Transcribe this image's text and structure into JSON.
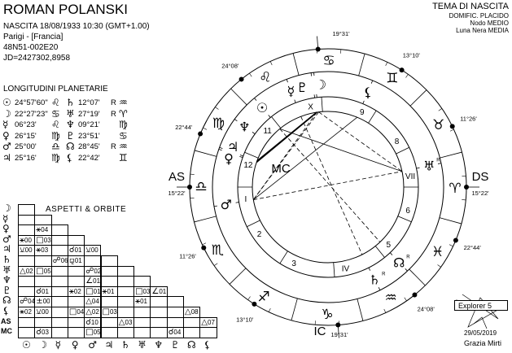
{
  "header": {
    "name": "ROMAN POLANSKI",
    "birth": "NASCITA 18/08/1933 10:30 (GMT+1.00)",
    "place": "Parigi -  [Francia]",
    "coords": "48N51-002E20",
    "jd": "JD=2427302,8958"
  },
  "chart_info": {
    "title": "TEMA DI NASCITA",
    "system": "DOMIFIC. PLACIDO",
    "node": "Nodo MEDIO",
    "lilith": "Luna Nera MEDIA"
  },
  "longitudes": {
    "title": "LONGITUDINI PLANETARIE",
    "rows": [
      [
        {
          "glyph": "☉",
          "deg": "24°57'60\"",
          "r": "",
          "sign": "♌"
        },
        {
          "glyph": "♄",
          "deg": "12°07'",
          "r": "R",
          "sign": "♒"
        }
      ],
      [
        {
          "glyph": "☽",
          "deg": "22°27'23\"",
          "r": "",
          "sign": "♋"
        },
        {
          "glyph": "♅",
          "deg": "27°19'",
          "r": "R",
          "sign": "♈"
        }
      ],
      [
        {
          "glyph": "☿",
          "deg": "06°23'",
          "r": "",
          "sign": "♌"
        },
        {
          "glyph": "♆",
          "deg": "09°21'",
          "r": "",
          "sign": "♍"
        }
      ],
      [
        {
          "glyph": "♀",
          "deg": "26°15'",
          "r": "",
          "sign": "♍"
        },
        {
          "glyph": "♇",
          "deg": "23°51'",
          "r": "",
          "sign": "♋"
        }
      ],
      [
        {
          "glyph": "♂",
          "deg": "25°00'",
          "r": "",
          "sign": "♎"
        },
        {
          "glyph": "☊",
          "deg": "28°45'",
          "r": "R",
          "sign": "♒"
        }
      ],
      [
        {
          "glyph": "♃",
          "deg": "25°16'",
          "r": "",
          "sign": "♍"
        },
        {
          "glyph": "⚸",
          "deg": "22°42'",
          "r": "",
          "sign": "♊"
        }
      ]
    ]
  },
  "aspects": {
    "title": "ASPETTI & ORBITE",
    "row_labels": [
      "☽",
      "☿",
      "♀",
      "♂",
      "♃",
      "♄",
      "♅",
      "♆",
      "♇",
      "☊",
      "⚸",
      "AS",
      "MC"
    ],
    "col_labels": [
      "☉",
      "☽",
      "☿",
      "♀",
      "♂",
      "♃",
      "♄",
      "♅",
      "♆",
      "♇",
      "☊",
      "⚸"
    ],
    "cells": [
      {
        "row": 2,
        "col": 1,
        "asp": "⚹",
        "orb": "04"
      },
      {
        "row": 3,
        "col": 0,
        "asp": "⚹",
        "orb": "00"
      },
      {
        "row": 3,
        "col": 1,
        "asp": "□",
        "orb": "03"
      },
      {
        "row": 4,
        "col": 0,
        "asp": "⚺",
        "orb": "00"
      },
      {
        "row": 4,
        "col": 1,
        "asp": "⚹",
        "orb": "03"
      },
      {
        "row": 4,
        "col": 3,
        "asp": "☌",
        "orb": "01"
      },
      {
        "row": 4,
        "col": 4,
        "asp": "⚺",
        "orb": "00"
      },
      {
        "row": 5,
        "col": 2,
        "asp": "☍",
        "orb": "06"
      },
      {
        "row": 5,
        "col": 3,
        "asp": "⚼",
        "orb": "01"
      },
      {
        "row": 6,
        "col": 0,
        "asp": "△",
        "orb": "02"
      },
      {
        "row": 6,
        "col": 1,
        "asp": "□",
        "orb": "05"
      },
      {
        "row": 6,
        "col": 4,
        "asp": "☍",
        "orb": "02"
      },
      {
        "row": 7,
        "col": 4,
        "asp": "∠",
        "orb": "01"
      },
      {
        "row": 8,
        "col": 1,
        "asp": "☌",
        "orb": "01"
      },
      {
        "row": 8,
        "col": 3,
        "asp": "⚹",
        "orb": "02"
      },
      {
        "row": 8,
        "col": 4,
        "asp": "□",
        "orb": "01"
      },
      {
        "row": 8,
        "col": 5,
        "asp": "⚹",
        "orb": "01"
      },
      {
        "row": 8,
        "col": 7,
        "asp": "□",
        "orb": "03"
      },
      {
        "row": 8,
        "col": 8,
        "asp": "∠",
        "orb": "01"
      },
      {
        "row": 9,
        "col": 0,
        "asp": "☍",
        "orb": "04"
      },
      {
        "row": 9,
        "col": 1,
        "asp": "±",
        "orb": "00"
      },
      {
        "row": 9,
        "col": 4,
        "asp": "△",
        "orb": "04"
      },
      {
        "row": 9,
        "col": 7,
        "asp": "⚹",
        "orb": "01"
      },
      {
        "row": 10,
        "col": 0,
        "asp": "⚹",
        "orb": "02"
      },
      {
        "row": 10,
        "col": 1,
        "asp": "⚺",
        "orb": "00"
      },
      {
        "row": 10,
        "col": 3,
        "asp": "□",
        "orb": "04"
      },
      {
        "row": 10,
        "col": 4,
        "asp": "△",
        "orb": "02"
      },
      {
        "row": 10,
        "col": 5,
        "asp": "□",
        "orb": "03"
      },
      {
        "row": 10,
        "col": 10,
        "asp": "△",
        "orb": "08"
      },
      {
        "row": 11,
        "col": 4,
        "asp": "☌",
        "orb": "10"
      },
      {
        "row": 11,
        "col": 6,
        "asp": "△",
        "orb": "03"
      },
      {
        "row": 11,
        "col": 11,
        "asp": "△",
        "orb": "07"
      },
      {
        "row": 12,
        "col": 1,
        "asp": "☌",
        "orb": "03"
      },
      {
        "row": 12,
        "col": 4,
        "asp": "□",
        "orb": "05"
      },
      {
        "row": 12,
        "col": 9,
        "asp": "☌",
        "orb": "04"
      }
    ]
  },
  "wheel": {
    "asc_longitude": 195.37,
    "angles": [
      {
        "label": "AS",
        "deg": "15°22'",
        "longitude": 195.37
      },
      {
        "label": "DS",
        "deg": "15°22'",
        "longitude": 15.37
      },
      {
        "label": "MC",
        "deg": "19°31'",
        "longitude": 109.52
      },
      {
        "label": "IC",
        "deg": "19°31'",
        "longitude": 289.52
      }
    ],
    "signs": [
      "♈",
      "♉",
      "♊",
      "♋",
      "♌",
      "♍",
      "♎",
      "♏",
      "♐",
      "♑",
      "♒",
      "♓"
    ],
    "houses": [
      {
        "num": "I",
        "longitude": 195.37,
        "deg": ""
      },
      {
        "num": "2",
        "longitude": 221.43,
        "deg": "11°26'"
      },
      {
        "num": "3",
        "longitude": 253.17,
        "deg": "13°10'"
      },
      {
        "num": "IV",
        "longitude": 289.52,
        "deg": ""
      },
      {
        "num": "5",
        "longitude": 324.13,
        "deg": "24°08'"
      },
      {
        "num": "6",
        "longitude": 352.73,
        "deg": "22°44'"
      },
      {
        "num": "VII",
        "longitude": 15.37,
        "deg": ""
      },
      {
        "num": "8",
        "longitude": 41.43,
        "deg": "11°26'"
      },
      {
        "num": "9",
        "longitude": 73.17,
        "deg": "13°10'"
      },
      {
        "num": "X",
        "longitude": 109.52,
        "deg": ""
      },
      {
        "num": "11",
        "longitude": 144.13,
        "deg": "24°08'"
      },
      {
        "num": "12",
        "longitude": 172.73,
        "deg": "22°44'"
      }
    ],
    "planets": [
      {
        "id": "sun",
        "glyph": "☉",
        "longitude": 144.97,
        "retro": ""
      },
      {
        "id": "moon",
        "glyph": "☽",
        "longitude": 112.46,
        "retro": ""
      },
      {
        "id": "mercury",
        "glyph": "☿",
        "longitude": 126.38,
        "retro": ""
      },
      {
        "id": "venus",
        "glyph": "♀",
        "longitude": 176.25,
        "retro": ""
      },
      {
        "id": "mars",
        "glyph": "♂",
        "longitude": 205.0,
        "retro": ""
      },
      {
        "id": "jupiter",
        "glyph": "♃",
        "longitude": 175.27,
        "retro": ""
      },
      {
        "id": "saturn",
        "glyph": "♄",
        "longitude": 312.12,
        "retro": "R"
      },
      {
        "id": "uranus",
        "glyph": "♅",
        "longitude": 27.32,
        "retro": "R"
      },
      {
        "id": "neptune",
        "glyph": "♆",
        "longitude": 159.35,
        "retro": ""
      },
      {
        "id": "pluto",
        "glyph": "♇",
        "longitude": 113.85,
        "retro": ""
      },
      {
        "id": "node",
        "glyph": "☊",
        "longitude": 328.75,
        "retro": "R"
      },
      {
        "id": "lilith",
        "glyph": "⚸",
        "longitude": 82.7,
        "retro": ""
      }
    ],
    "aspect_lines": [
      {
        "a": "mars",
        "b": "uranus",
        "type": "opposition"
      },
      {
        "a": "moon",
        "b": "mars",
        "type": "square"
      },
      {
        "a": "moon",
        "b": "uranus",
        "type": "square"
      },
      {
        "a": "sun",
        "b": "uranus",
        "type": "trine"
      },
      {
        "a": "pluto",
        "b": "mars",
        "type": "square"
      },
      {
        "a": "venus",
        "b": "pluto",
        "type": "sextile"
      },
      {
        "a": "jupiter",
        "b": "pluto",
        "type": "sextile"
      },
      {
        "a": "mercury",
        "b": "saturn",
        "type": "opposition"
      },
      {
        "a": "sun",
        "b": "node",
        "type": "opposition"
      },
      {
        "a": "lilith",
        "b": "mars",
        "type": "trine"
      }
    ]
  },
  "footer": {
    "software": "Explorer 5",
    "date": "29/05/2019",
    "author": "Grazia Mirti"
  },
  "colors": {
    "ink": "#000000",
    "background": "#ffffff"
  }
}
